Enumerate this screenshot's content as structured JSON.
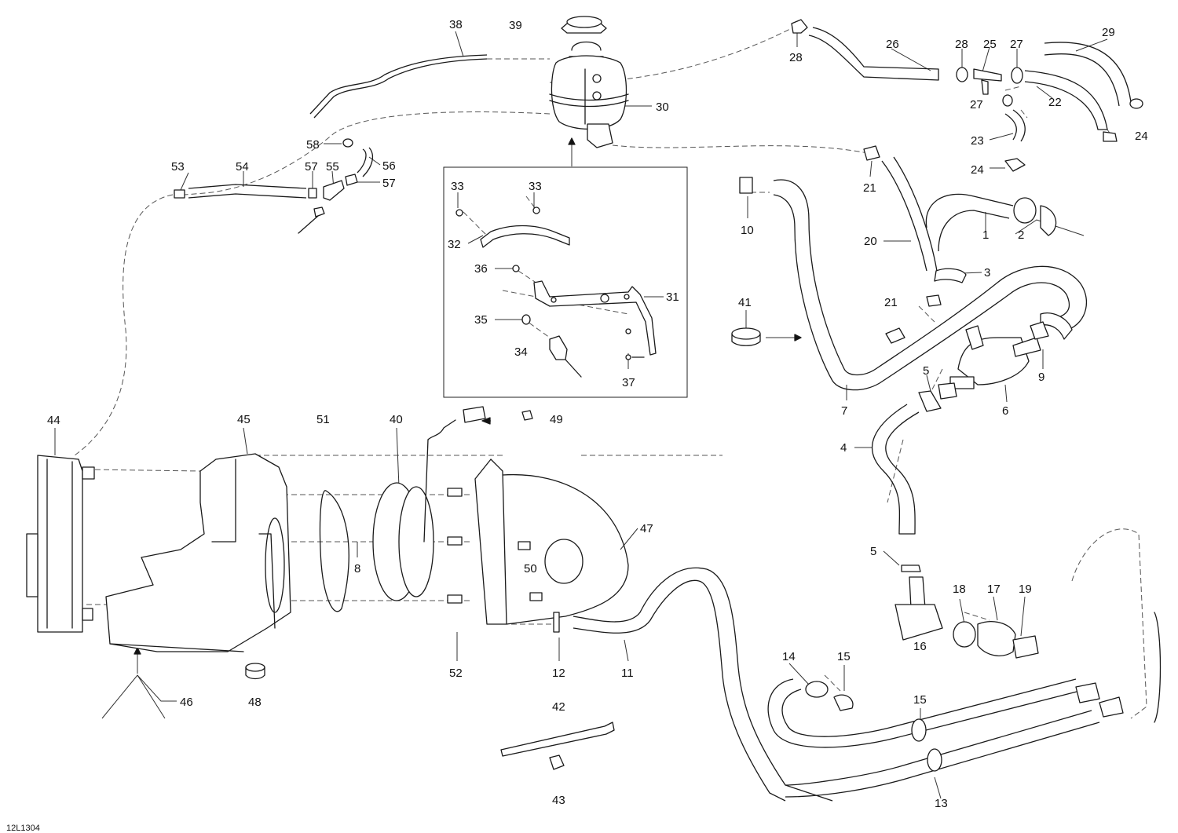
{
  "diagram_code": "12L1304",
  "callouts": [
    {
      "n": "38"
    },
    {
      "n": "39"
    },
    {
      "n": "28"
    },
    {
      "n": "26"
    },
    {
      "n": "28"
    },
    {
      "n": "25"
    },
    {
      "n": "27"
    },
    {
      "n": "29"
    },
    {
      "n": "30"
    },
    {
      "n": "22"
    },
    {
      "n": "27"
    },
    {
      "n": "24"
    },
    {
      "n": "23"
    },
    {
      "n": "24"
    },
    {
      "n": "58"
    },
    {
      "n": "53"
    },
    {
      "n": "54"
    },
    {
      "n": "57"
    },
    {
      "n": "55"
    },
    {
      "n": "56"
    },
    {
      "n": "57"
    },
    {
      "n": "33"
    },
    {
      "n": "33"
    },
    {
      "n": "32"
    },
    {
      "n": "36"
    },
    {
      "n": "31"
    },
    {
      "n": "35"
    },
    {
      "n": "34"
    },
    {
      "n": "37"
    },
    {
      "n": "21"
    },
    {
      "n": "10"
    },
    {
      "n": "1"
    },
    {
      "n": "2"
    },
    {
      "n": "20"
    },
    {
      "n": "3"
    },
    {
      "n": "41"
    },
    {
      "n": "21"
    },
    {
      "n": "5"
    },
    {
      "n": "9"
    },
    {
      "n": "7"
    },
    {
      "n": "6"
    },
    {
      "n": "44"
    },
    {
      "n": "45"
    },
    {
      "n": "51"
    },
    {
      "n": "40"
    },
    {
      "n": "49"
    },
    {
      "n": "4"
    },
    {
      "n": "47"
    },
    {
      "n": "8"
    },
    {
      "n": "50"
    },
    {
      "n": "5"
    },
    {
      "n": "18"
    },
    {
      "n": "17"
    },
    {
      "n": "19"
    },
    {
      "n": "16"
    },
    {
      "n": "52"
    },
    {
      "n": "12"
    },
    {
      "n": "11"
    },
    {
      "n": "14"
    },
    {
      "n": "15"
    },
    {
      "n": "46"
    },
    {
      "n": "48"
    },
    {
      "n": "42"
    },
    {
      "n": "15"
    },
    {
      "n": "43"
    },
    {
      "n": "13"
    }
  ]
}
